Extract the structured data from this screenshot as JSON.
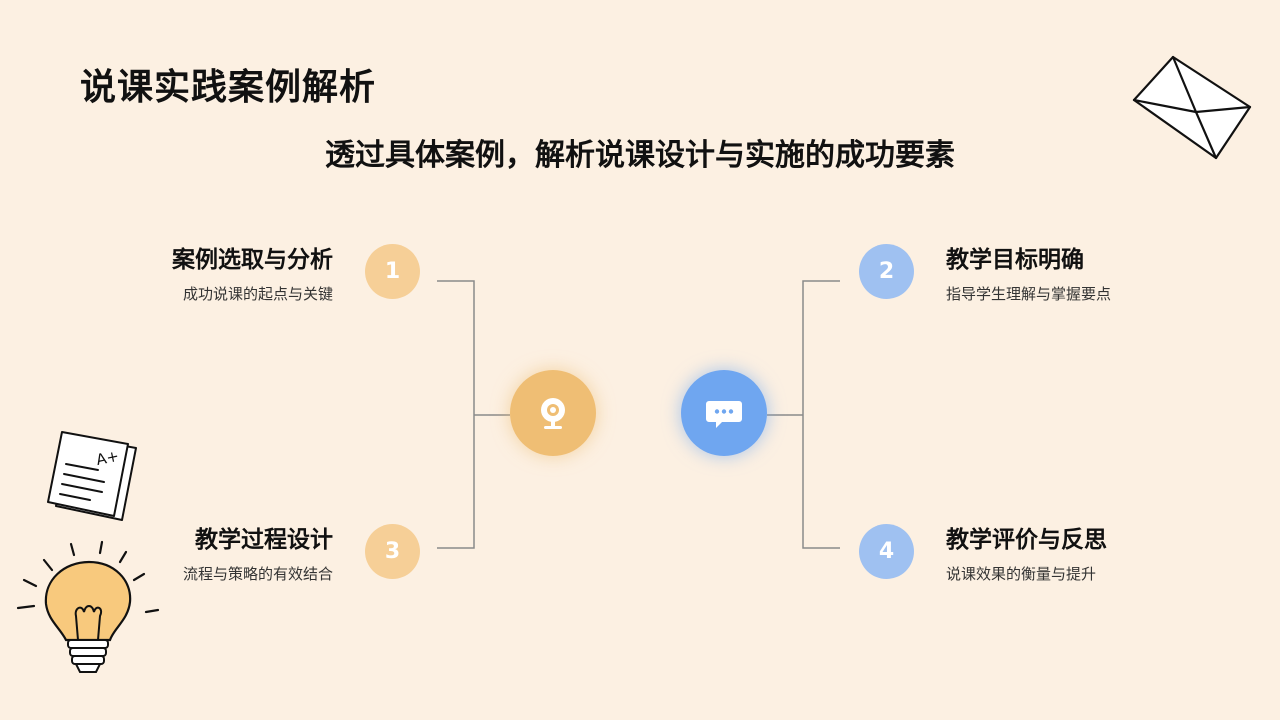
{
  "page": {
    "title": "说课实践案例解析",
    "subtitle": "透过具体案例，解析说课设计与实施的成功要素"
  },
  "items": [
    {
      "number": "1",
      "title": "案例选取与分析",
      "desc": "成功说课的起点与关键",
      "color": "#f6cf97"
    },
    {
      "number": "2",
      "title": "教学目标明确",
      "desc": "指导学生理解与掌握要点",
      "color": "#9fc1f1"
    },
    {
      "number": "3",
      "title": "教学过程设计",
      "desc": "流程与策略的有效结合",
      "color": "#f6cf97"
    },
    {
      "number": "4",
      "title": "教学评价与反思",
      "desc": "说课效果的衡量与提升",
      "color": "#9fc1f1"
    }
  ],
  "hubs": {
    "left_icon": "webcam-icon",
    "right_icon": "chat-bubble-icon",
    "left_color": "#efbe74",
    "right_color": "#6fa6f0"
  },
  "decorations": [
    "envelope-icon",
    "graded-paper-icon",
    "lightbulb-icon"
  ],
  "graded_paper_mark": "A+"
}
